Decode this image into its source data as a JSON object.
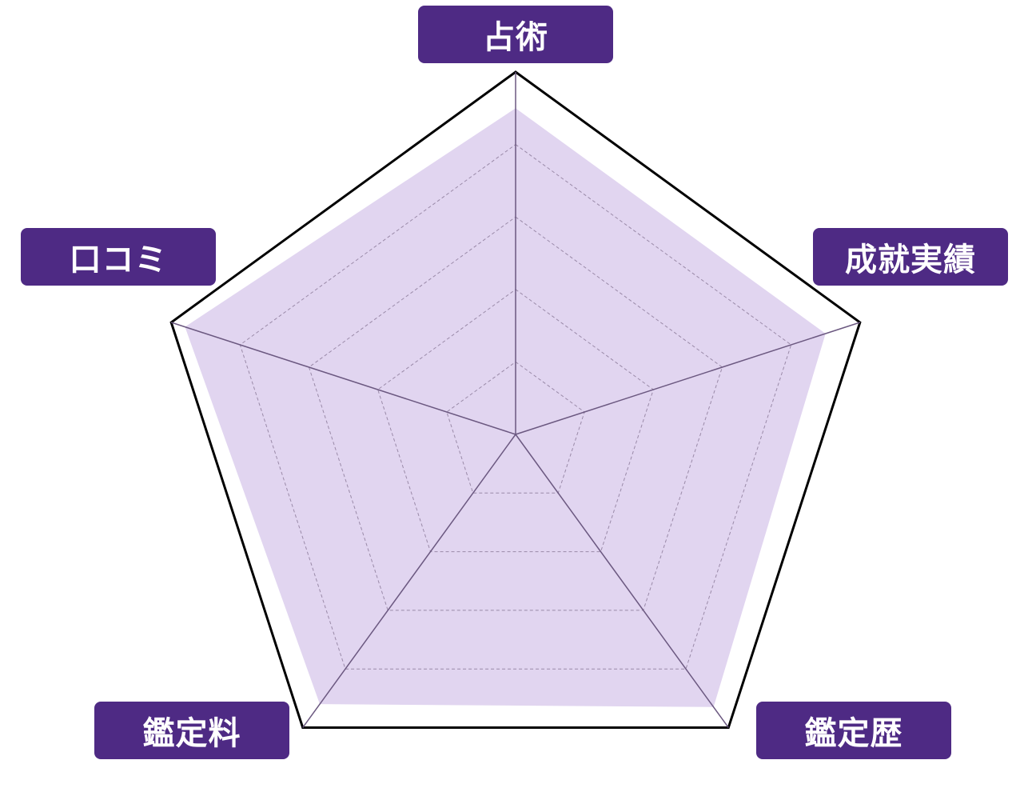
{
  "chart_data": {
    "type": "radar",
    "categories": [
      "占術",
      "成就実績",
      "鑑定歴",
      "鑑定料",
      "口コミ"
    ],
    "values": [
      4.5,
      4.5,
      4.65,
      4.6,
      4.8
    ],
    "rlim": [
      0,
      5
    ],
    "grid_levels": [
      1,
      2,
      3,
      4,
      5
    ],
    "grid": true,
    "colors": {
      "fill": "#e1d5f0",
      "label_bg": "#4e2a84",
      "axis": "#6b5880",
      "outline": "#000000"
    }
  }
}
